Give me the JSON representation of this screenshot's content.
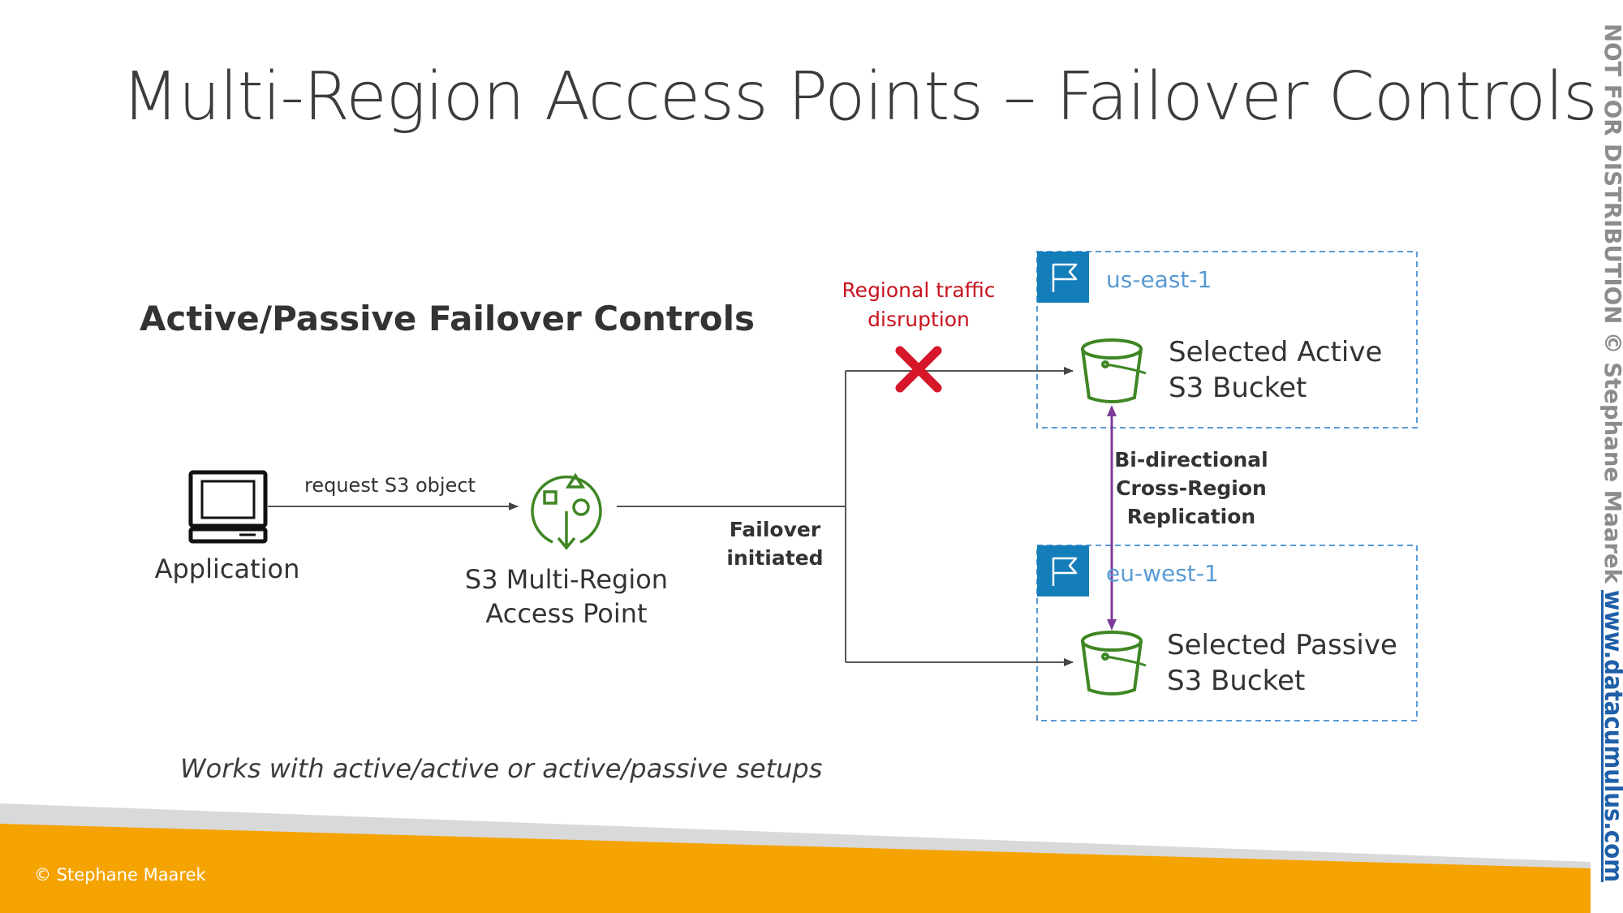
{
  "slide": {
    "title": "Multi-Region Access Points – Failover Controls",
    "subtitle": "Active/Passive Failover Controls",
    "note": "Works with active/active or active/passive setups",
    "footer": "© Stephane Maarek",
    "watermark_left": "NOT FOR DISTRIBUTION © Stephane Maarek",
    "watermark_link": "www.datacumulus.com"
  },
  "diagram": {
    "application": {
      "label": "Application",
      "icon": "laptop-icon"
    },
    "request_label": "request S3 object",
    "access_point": {
      "label_line1": "S3 Multi-Region",
      "label_line2": "Access Point",
      "icon": "multi-region-access-point-icon"
    },
    "failover": {
      "line1": "Failover",
      "line2": "initiated"
    },
    "disruption": {
      "line1": "Regional traffic",
      "line2": "disruption",
      "icon": "red-x-icon"
    },
    "replication": {
      "line1": "Bi-directional",
      "line2": "Cross-Region",
      "line3": "Replication"
    },
    "regions": [
      {
        "name": "us-east-1",
        "bucket_line1": "Selected Active",
        "bucket_line2": "S3 Bucket"
      },
      {
        "name": "eu-west-1",
        "bucket_line1": "Selected Passive",
        "bucket_line2": "S3 Bucket"
      }
    ]
  },
  "colors": {
    "title": "#3c3c3c",
    "aws_green": "#3f8624",
    "region_blue": "#147eba",
    "region_text": "#5a9bd5",
    "red": "#d6172a",
    "purple": "#7d3c98",
    "orange": "#f5a300",
    "link_blue": "#1f5fa8"
  }
}
